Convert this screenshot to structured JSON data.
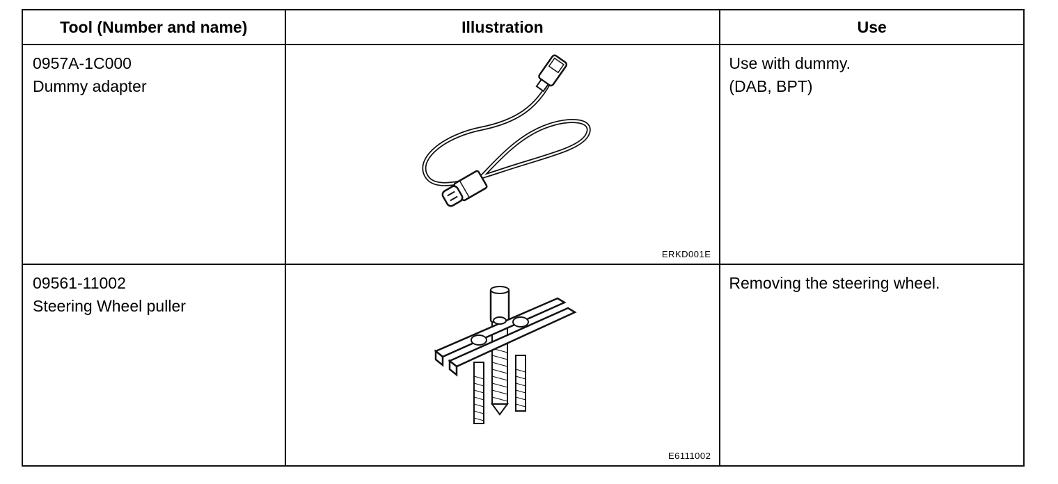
{
  "table": {
    "headers": [
      "Tool (Number and name)",
      "Illustration",
      "Use"
    ],
    "rows": [
      {
        "tool_number": "0957A-1C000",
        "tool_name": "Dummy adapter",
        "illustration_code": "ERKD001E",
        "illustration_icon": "dummy-adapter-cable-icon",
        "use_line1": "Use with dummy.",
        "use_line2": "(DAB, BPT)"
      },
      {
        "tool_number": "09561-11002",
        "tool_name": "Steering Wheel puller",
        "illustration_code": "E6111002",
        "illustration_icon": "steering-wheel-puller-icon",
        "use_line1": "Removing the steering wheel."
      }
    ]
  }
}
